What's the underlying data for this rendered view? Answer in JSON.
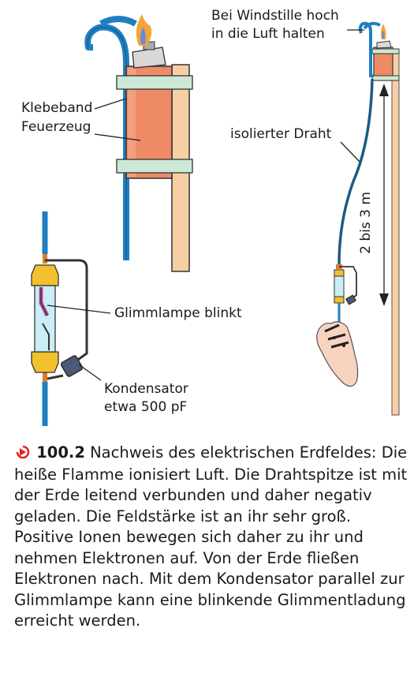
{
  "labels": {
    "wind_line1": "Bei Windstille hoch",
    "wind_line2": "in die Luft halten",
    "tape": "Klebeband",
    "lighter": "Feuerzeug",
    "wire": "isolierter Draht",
    "distance": "2 bis 3 m",
    "glow_lamp": "Glimmlampe blinkt",
    "capacitor_line1": "Kondensator",
    "capacitor_line2": "etwa 500 pF"
  },
  "caption": {
    "marker_icon": "play-arrow-circle-icon",
    "number": "100.2",
    "text": " Nachweis des elektrischen Erdfeldes: Die heiße Flamme ionisiert Luft. Die Drahtspitze ist mit der Erde leitend verbunden und daher negativ geladen. Die Feldstärke ist an ihr sehr groß. Positive Ionen bewegen sich daher zu ihr und nehmen Elektronen auf. Von der Erde fließen Elektronen nach. Mit dem Kondensator parallel zur Glimmlampe kann eine blinkende Glimmentladung erreicht werden."
  },
  "colors": {
    "wire_blue": "#1f7fc0",
    "lighter_body": "#ee8a66",
    "tape": "#cde8d6",
    "stick": "#f6cfa4",
    "glass": "#c9eef5",
    "cap_yellow": "#f2c12e",
    "skin": "#f8d3c0",
    "marker_red": "#e2231a"
  }
}
